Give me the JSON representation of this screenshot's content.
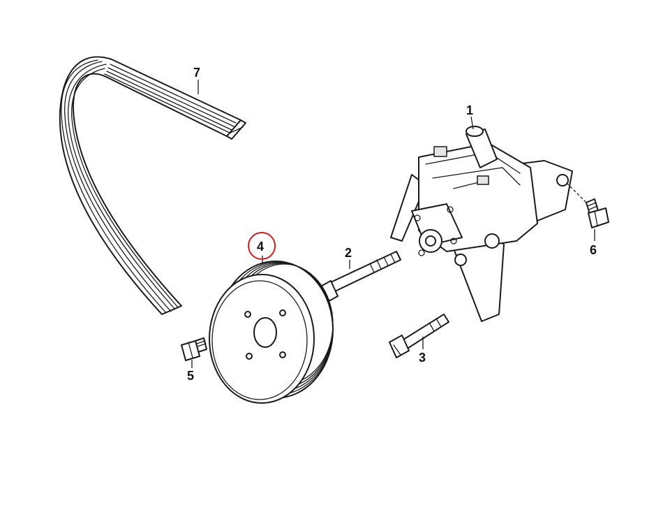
{
  "callouts": {
    "pump": "1",
    "long_bolt": "2",
    "short_bolt": "3",
    "pulley": "4",
    "pulley_bolt": "5",
    "mount_bolt": "6",
    "belt": "7"
  },
  "colors": {
    "line": "#1a1a1a",
    "highlight_circle": "#cc1f1f",
    "background": "#ffffff"
  }
}
